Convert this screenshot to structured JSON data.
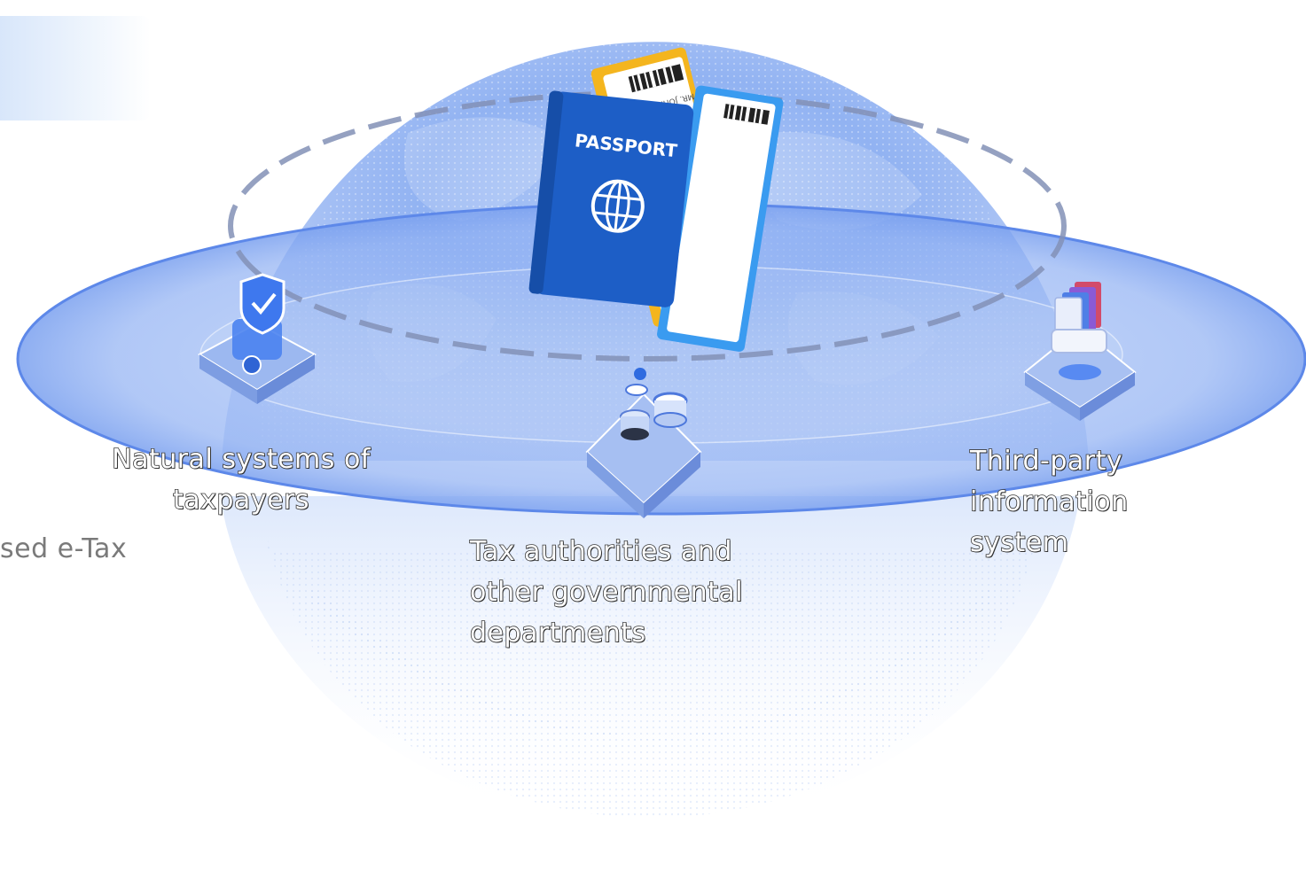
{
  "diagram": {
    "clipped_caption": "sed e-Tax",
    "center_document": {
      "cover_text": "PASSPORT",
      "ticket_name": "MR. JOHN SMITH"
    },
    "nodes": [
      {
        "id": "left",
        "label_lines": [
          "Natural systems of",
          "taxpayers"
        ],
        "icon": "shield-security-icon"
      },
      {
        "id": "center",
        "label_lines": [
          "Tax authorities and",
          "other governmental",
          "departments"
        ],
        "icon": "database-cylinders-icon"
      },
      {
        "id": "right",
        "label_lines": [
          "Third-party",
          "information",
          "system"
        ],
        "icon": "document-stack-icon"
      }
    ],
    "colors": {
      "globe": "#6d9bf0",
      "ring": "#8fb2f5",
      "ring_edge": "#5b86e8",
      "orbit_dash": "#7f8fb8",
      "passport_blue": "#1f5fc8",
      "ticket_yellow": "#f4b51e"
    }
  }
}
